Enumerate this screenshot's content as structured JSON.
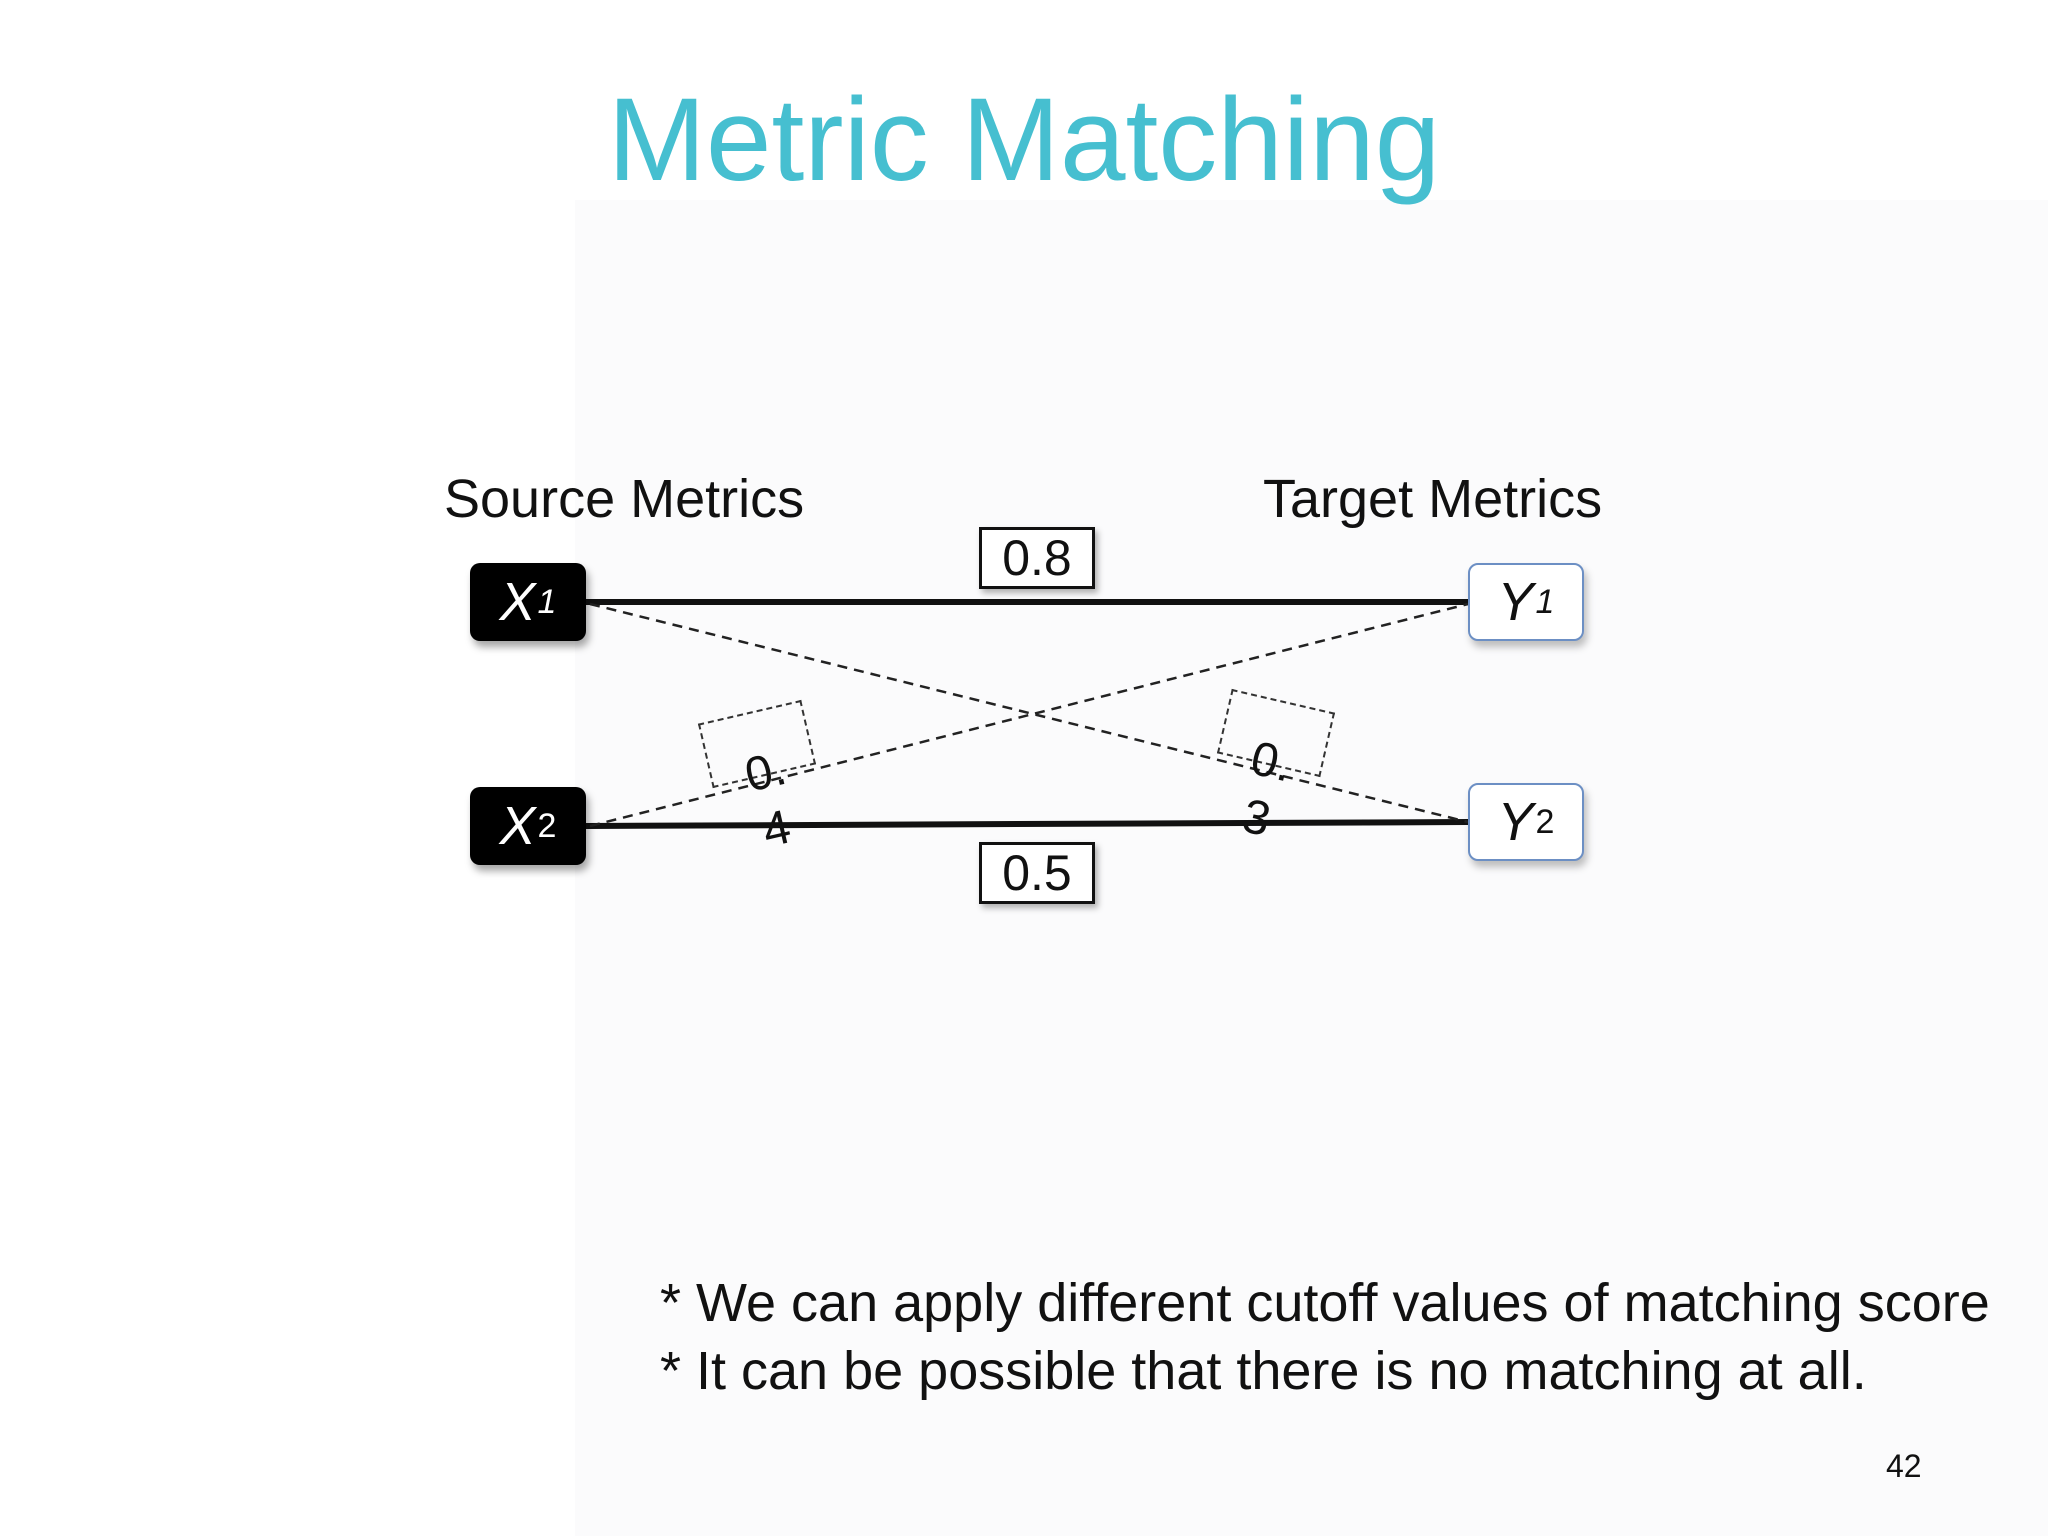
{
  "slide": {
    "title": "Metric Matching",
    "page_number": "42"
  },
  "diagram": {
    "source_heading": "Source Metrics",
    "target_heading": "Target Metrics",
    "source_nodes": [
      {
        "letter": "X",
        "index": "1"
      },
      {
        "letter": "X",
        "index": "2"
      }
    ],
    "target_nodes": [
      {
        "letter": "Y",
        "index": "1"
      },
      {
        "letter": "Y",
        "index": "2"
      }
    ],
    "matches": [
      {
        "from": "X1",
        "to": "Y1",
        "score": "0.8",
        "style": "solid"
      },
      {
        "from": "X2",
        "to": "Y2",
        "score": "0.5",
        "style": "solid"
      },
      {
        "from": "X2",
        "to": "Y1",
        "score": "0.4",
        "style": "dashed"
      },
      {
        "from": "X1",
        "to": "Y2",
        "score": "0.3",
        "style": "dashed"
      }
    ]
  },
  "notes": [
    "* We can apply different cutoff values of matching score",
    "* It can be possible that there is no matching at all."
  ],
  "colors": {
    "title": "#46bfd0",
    "source_node_fill": "#000000",
    "target_node_border": "#6c8fc4"
  }
}
